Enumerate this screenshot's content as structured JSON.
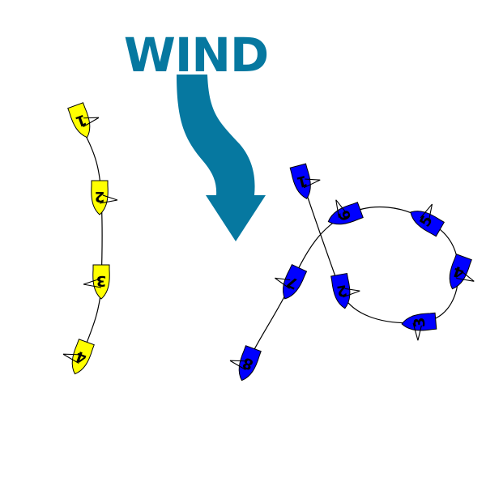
{
  "title": "WIND",
  "colors": {
    "wind": "#0678A0",
    "yellow_boat": "#FFFF00",
    "blue_boat": "#0000FF",
    "red_boat_fill": "#0000FF",
    "red_boat_outline": "#C0103A",
    "track": "#000000"
  },
  "yellow_sequence": {
    "boats": [
      {
        "label": "1"
      },
      {
        "label": "2"
      },
      {
        "label": "3"
      },
      {
        "label": "4"
      }
    ]
  },
  "blue_sequence": {
    "boats": [
      {
        "label": "1"
      },
      {
        "label": "2"
      },
      {
        "label": "3"
      },
      {
        "label": "4"
      },
      {
        "label": "5"
      },
      {
        "label": "6"
      },
      {
        "label": "7"
      },
      {
        "label": "8"
      }
    ]
  }
}
